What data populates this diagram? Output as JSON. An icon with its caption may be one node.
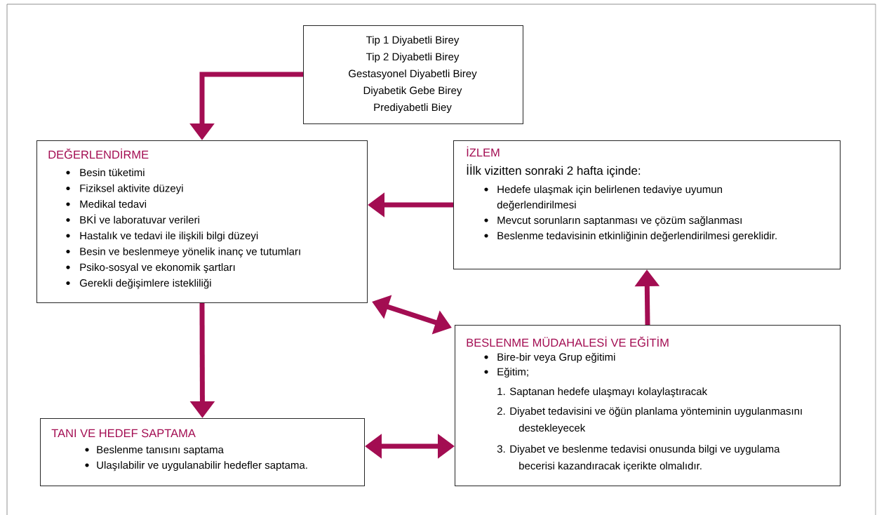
{
  "diagram": {
    "nodes": [
      {
        "text": [
          "Tip 1 Diyabetli Birey",
          "Tip 2 Diyabetli Birey",
          "Gestasyonel Diyabetli Birey",
          "Diyabetik Gebe Birey",
          "Prediyabetli Biey"
        ]
      },
      {
        "text": [
          "DEĞERLENDİRME",
          "Besin tüketimi",
          "Fiziksel aktivite düzeyi",
          "Medikal tedavi",
          "BKİ ve laboratuvar verileri",
          "Hastalık ve tedavi ile ilişkili bilgi düzeyi",
          "Besin ve beslenmeye yönelik inanç ve tutumları",
          "Psiko-sosyal ve ekonomik şartları",
          "Gerekli değişimlere istekliliği"
        ]
      },
      {
        "text": [
          "İZLEM",
          "İİlk vizitten sonraki 2 hafta içinde:",
          "Hedefe ulaşmak için belirlenen tedaviye uyumun değerlendirilmesi",
          "Mevcut sorunların saptanması ve çözüm sağlanması",
          "Beslenme tedavisinin etkinliğinin değerlendirilmesi gereklidir."
        ]
      },
      {
        "text": [
          "BESLENME MÜDAHALESİ VE EĞİTİM",
          "Bire-bir veya Grup eğitimi",
          "Eğitim;",
          "1. Saptanan hedefe ulaşmayı kolaylaştıracak",
          "2. Diyabet tedavisini ve öğün planlama yönteminin uygulanmasını destekleyecek",
          "3. Diyabet ve beslenme tedavisi onusunda bilgi ve uygulama becerisi kazandıracak içerikte olmalıdır."
        ]
      },
      {
        "text": [
          "TANI VE HEDEF SAPTAMA",
          "Beslenme tanısını saptama",
          "Ulaşılabilir ve uygulanabilir hedefler saptama."
        ]
      }
    ],
    "edges": [
      {
        "from": 0,
        "to": 1,
        "arrow": "to"
      },
      {
        "from": 2,
        "to": 1,
        "arrow": "to"
      },
      {
        "from": 1,
        "to": 4,
        "arrow": "to"
      },
      {
        "from": 3,
        "to": 2,
        "arrow": "to"
      },
      {
        "from": 1,
        "to": 3,
        "arrow": "both"
      },
      {
        "from": 4,
        "to": 3,
        "arrow": "both"
      }
    ]
  }
}
